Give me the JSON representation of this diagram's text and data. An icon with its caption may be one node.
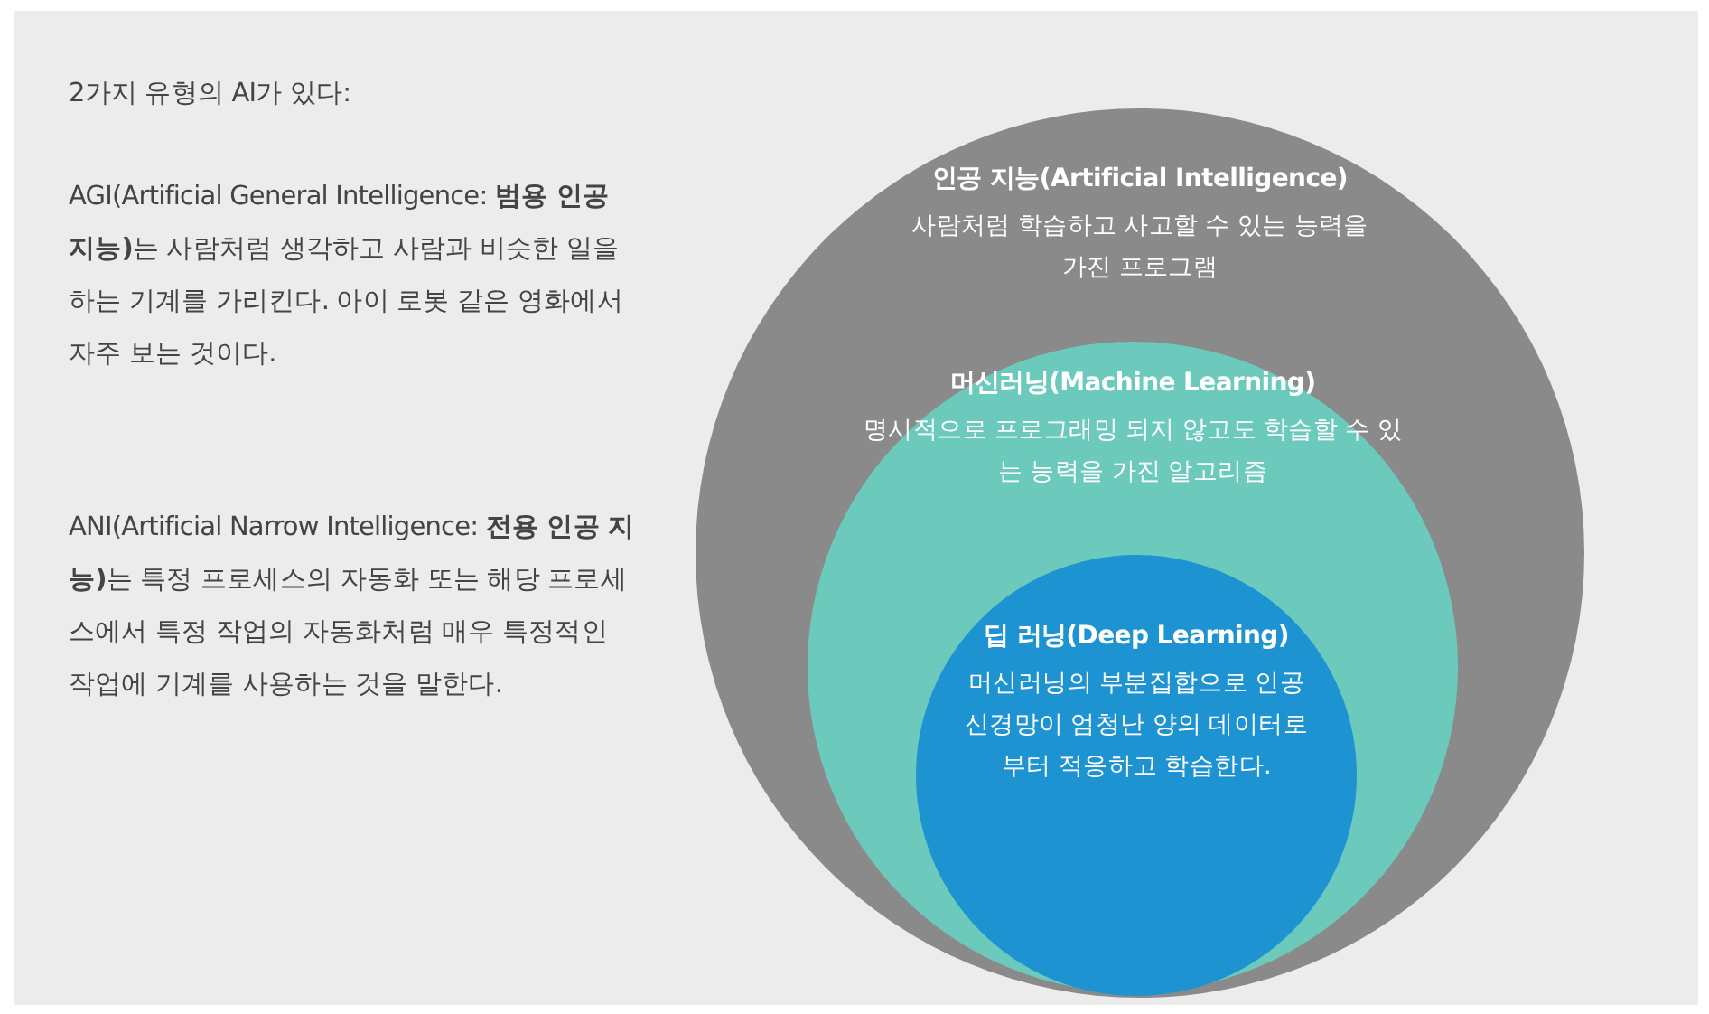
{
  "diagram": {
    "nodes": [
      {
        "text": [
          "인공 지능(Artificial Intelligence)",
          "사람처럼 학습하고 사고할 수 있는 능력을 가진 프로그램"
        ]
      },
      {
        "text": [
          "머신러닝(Machine Learning)",
          "명시적으로 프로그래밍 되지 않고도 학습할 수 있는 능력을 가진 알고리즘"
        ],
        "in": 0
      },
      {
        "text": [
          "딥 러닝(Deep Learning)",
          "머신러닝의 부분집합으로 인공 신경망이 엄청난 양의 데이터로부터 적응하고 학습한다."
        ],
        "in": 1
      }
    ],
    "edges": [],
    "labels": [
      "2가지 유형의 AI가 있다:",
      "AGI(Artificial General Intelligence: **범용 인공 지능)**는 사람처럼 생각하고 사람과 비슷한 일을 하는 기계를 가리킨다. 아이 로봇 같은 영화에서 자주 보는 것이다.",
      "ANI(Artificial Narrow Intelligence: **전용 인공 지능)**는 특정 프로세스의 자동화 또는 해당 프로세스에서 특정 작업의 자동화처럼 매우 특정적인 작업에 기계를 사용하는 것을 말한다."
    ]
  }
}
